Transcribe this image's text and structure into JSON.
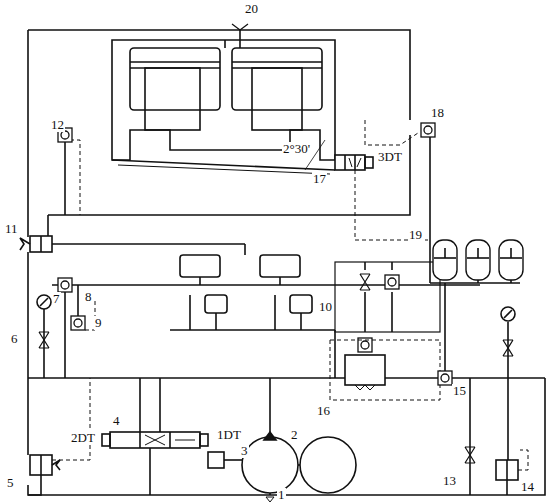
{
  "diagram": {
    "labels": [
      "20",
      "3DT",
      "18",
      "19",
      "17",
      "2°30'",
      "12",
      "11",
      "7",
      "8",
      "9",
      "6",
      "10",
      "2DT",
      "4",
      "1DT",
      "5",
      "3",
      "2",
      "1",
      "16",
      "15",
      "13",
      "14"
    ]
  }
}
